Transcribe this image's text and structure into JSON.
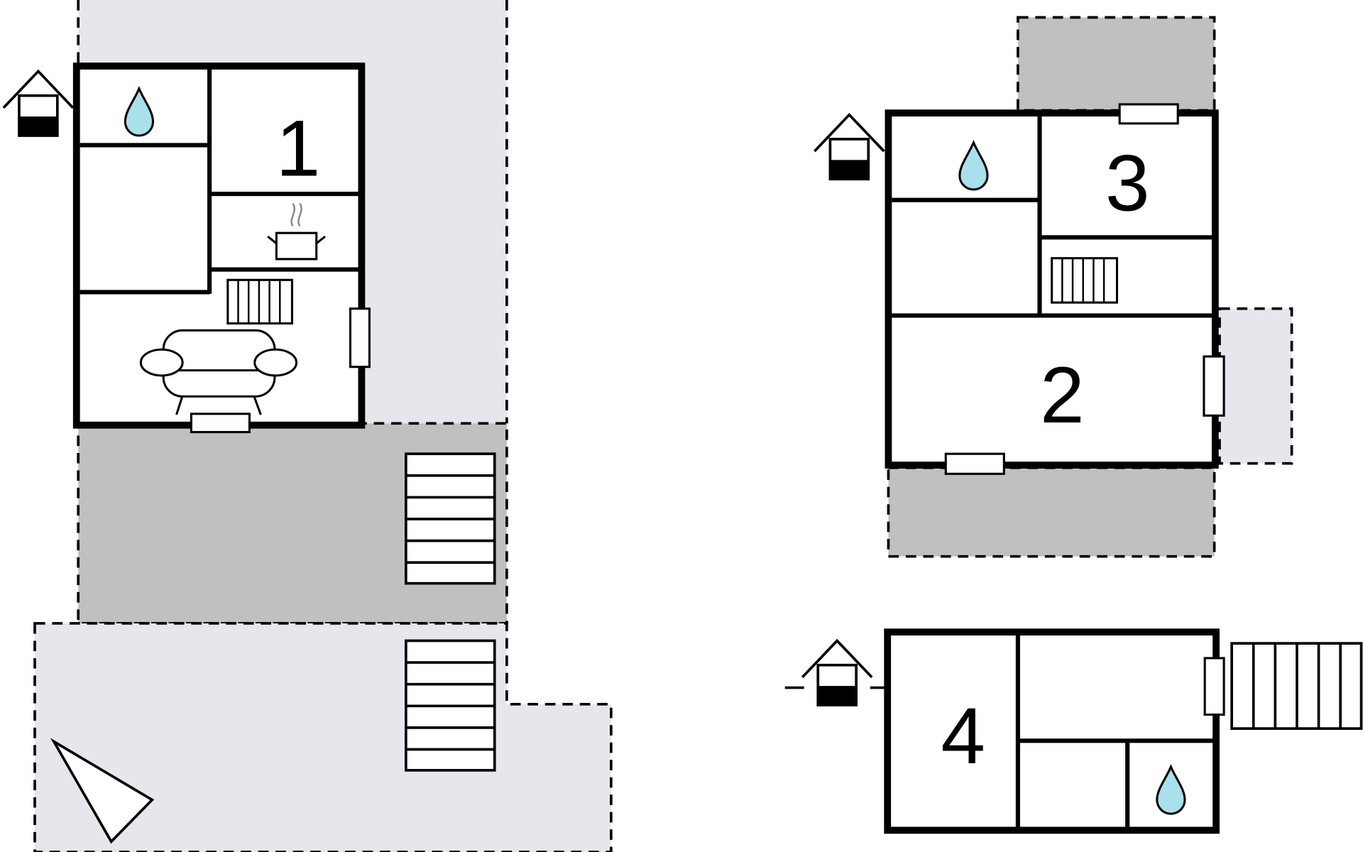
{
  "plan": {
    "rooms": {
      "room1": "1",
      "room2": "2",
      "room3": "3",
      "room4": "4"
    }
  },
  "colors": {
    "light_area": "#e6e6ec",
    "dark_area": "#c0c0c0",
    "water": "#a8e0ec",
    "wall": "#000000"
  },
  "icons": [
    "water-drop-icon",
    "cooking-pot-icon",
    "radiator-icon",
    "sofa-icon",
    "stairs-icon",
    "house-entrance-icon",
    "compass-triangle-icon",
    "window-icon"
  ]
}
